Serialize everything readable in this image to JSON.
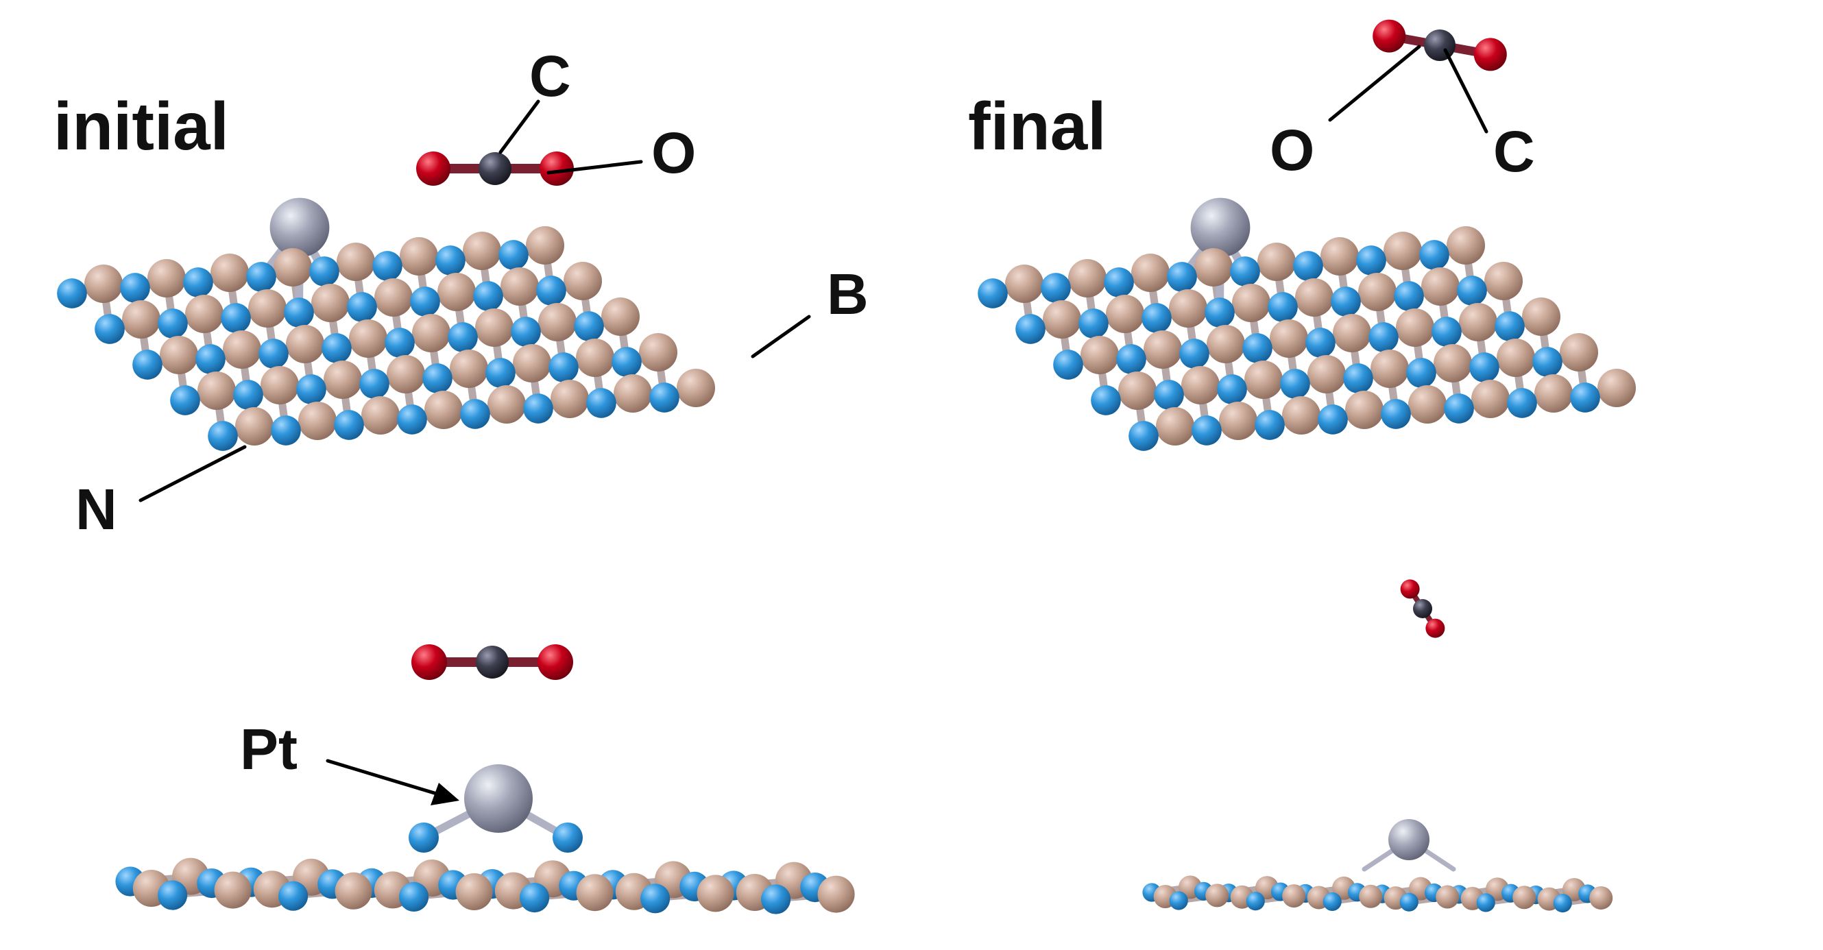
{
  "panels": {
    "initial": {
      "title": "initial"
    },
    "final": {
      "title": "final"
    }
  },
  "labels": {
    "carbon_initial": "C",
    "oxygen_initial": "O",
    "boron": "B",
    "nitrogen": "N",
    "platinum": "Pt",
    "oxygen_final": "O",
    "carbon_final": "C"
  },
  "colors": {
    "boron": "#c9a796",
    "nitrogen": "#2f96dc",
    "platinum": "#a4a7b8",
    "carbon": "#3e3f50",
    "oxygen": "#c8001a",
    "bond": "#b6a7a9",
    "leader": "#000000"
  }
}
